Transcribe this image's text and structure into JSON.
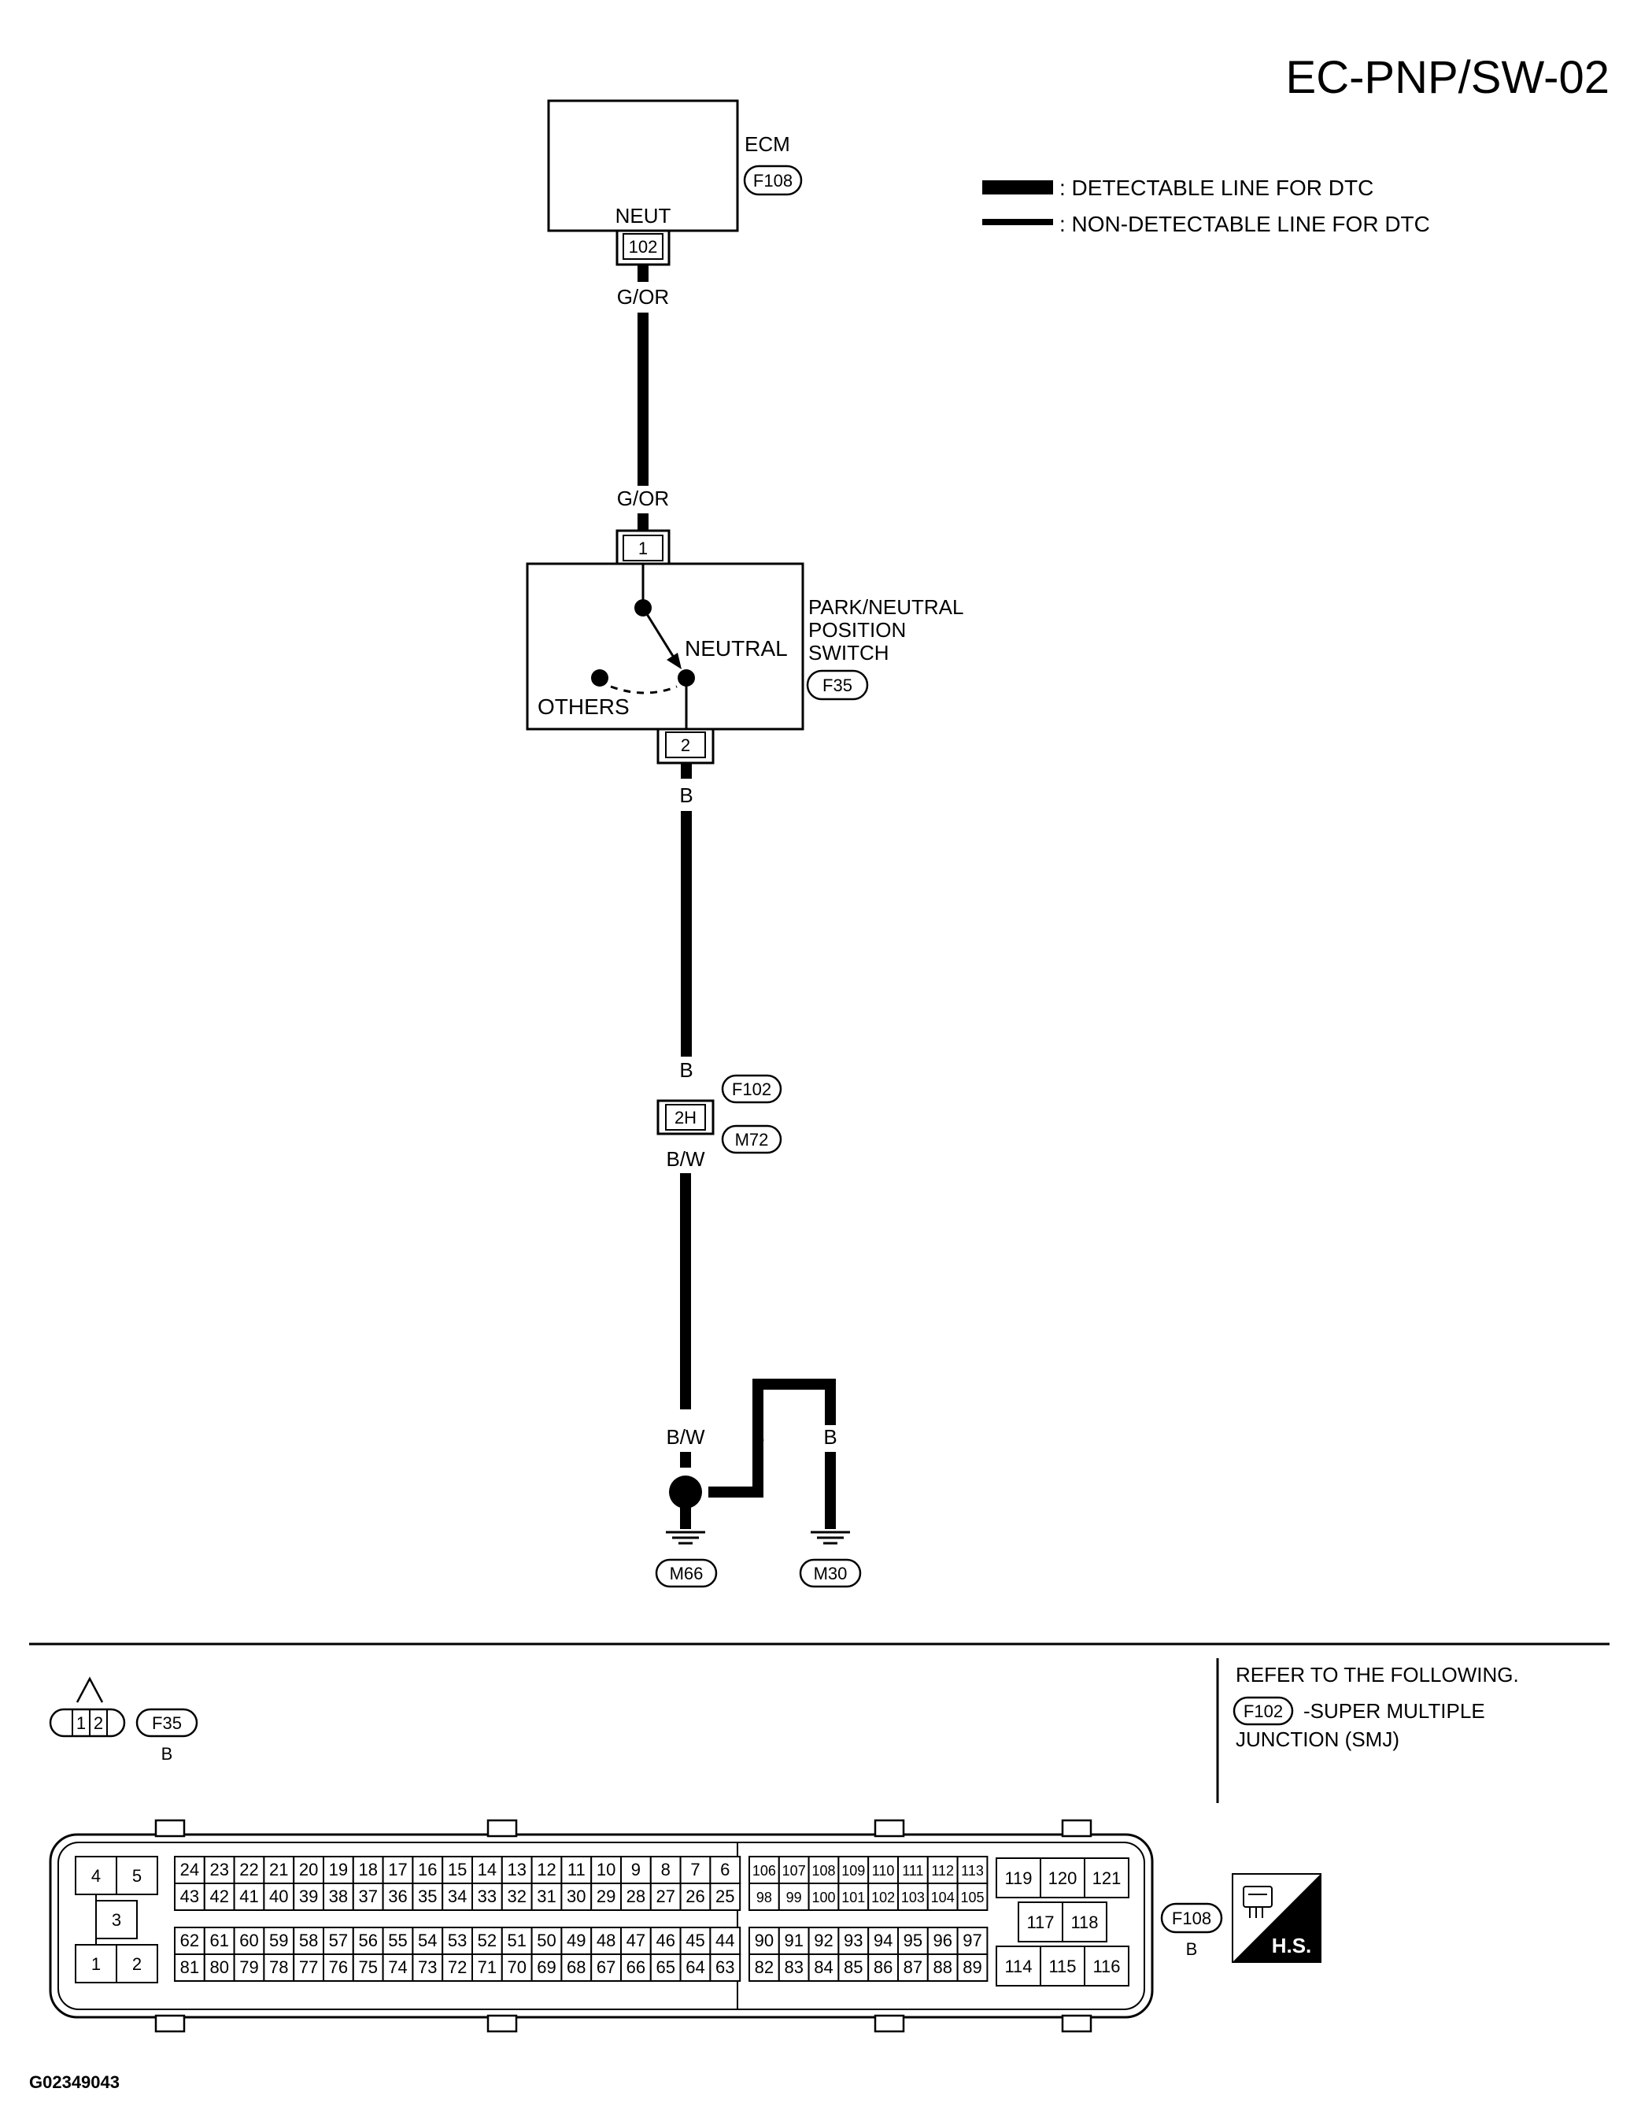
{
  "page_title": "EC-PNP/SW-02",
  "legend": {
    "detectable": ": DETECTABLE LINE FOR DTC",
    "non_detectable": ": NON-DETECTABLE LINE FOR DTC"
  },
  "ecm": {
    "name": "ECM",
    "connector": "F108",
    "terminal_label": "NEUT",
    "terminal": "102"
  },
  "wires": {
    "ecm_to_switch_top": "G/OR",
    "ecm_to_switch_bottom": "G/OR",
    "switch_to_smj_top": "B",
    "switch_to_smj_bottom": "B",
    "smj_to_ground_top": "B/W",
    "smj_to_ground_bottom": "B/W",
    "ground_link_left": "B",
    "ground_link_right": "B"
  },
  "pnp_switch": {
    "name_line1": "PARK/NEUTRAL",
    "name_line2": "POSITION",
    "name_line3": "SWITCH",
    "connector": "F35",
    "pin_in": "1",
    "pin_out": "2",
    "pos_neutral": "NEUTRAL",
    "pos_others": "OTHERS"
  },
  "smj": {
    "connector_a": "F102",
    "connector_b": "M72",
    "pin": "2H"
  },
  "grounds": {
    "g1": "M66",
    "g2": "M30"
  },
  "connector_views": {
    "f35": {
      "pin_1": "1",
      "pin_2": "2",
      "id": "F35",
      "color": "B"
    },
    "f108": {
      "id": "F108",
      "color": "B"
    }
  },
  "refer": {
    "line1": "REFER TO THE FOLLOWING.",
    "connector": "F102",
    "line2": "-SUPER MULTIPLE",
    "line3": "JUNCTION (SMJ)"
  },
  "hs_label": "H.S.",
  "figure_id": "G02349043",
  "f108_pins": {
    "small_left": [
      "4",
      "5",
      "3",
      "1",
      "2"
    ],
    "row_a": [
      "24",
      "23",
      "22",
      "21",
      "20",
      "19",
      "18",
      "17",
      "16",
      "15",
      "14",
      "13",
      "12",
      "11",
      "10",
      "9",
      "8",
      "7",
      "6"
    ],
    "row_b": [
      "43",
      "42",
      "41",
      "40",
      "39",
      "38",
      "37",
      "36",
      "35",
      "34",
      "33",
      "32",
      "31",
      "30",
      "29",
      "28",
      "27",
      "26",
      "25"
    ],
    "row_c": [
      "62",
      "61",
      "60",
      "59",
      "58",
      "57",
      "56",
      "55",
      "54",
      "53",
      "52",
      "51",
      "50",
      "49",
      "48",
      "47",
      "46",
      "45",
      "44"
    ],
    "row_d": [
      "81",
      "80",
      "79",
      "78",
      "77",
      "76",
      "75",
      "74",
      "73",
      "72",
      "71",
      "70",
      "69",
      "68",
      "67",
      "66",
      "65",
      "64",
      "63"
    ],
    "mid_a": [
      "106",
      "107",
      "108",
      "109",
      "110",
      "111",
      "112",
      "113"
    ],
    "mid_b": [
      "98",
      "99",
      "100",
      "101",
      "102",
      "103",
      "104",
      "105"
    ],
    "mid_c": [
      "90",
      "91",
      "92",
      "93",
      "94",
      "95",
      "96",
      "97"
    ],
    "mid_d": [
      "82",
      "83",
      "84",
      "85",
      "86",
      "87",
      "88",
      "89"
    ],
    "right_top": [
      "119",
      "120",
      "121"
    ],
    "right_mid": [
      "117",
      "118"
    ],
    "right_bottom": [
      "114",
      "115",
      "116"
    ]
  }
}
